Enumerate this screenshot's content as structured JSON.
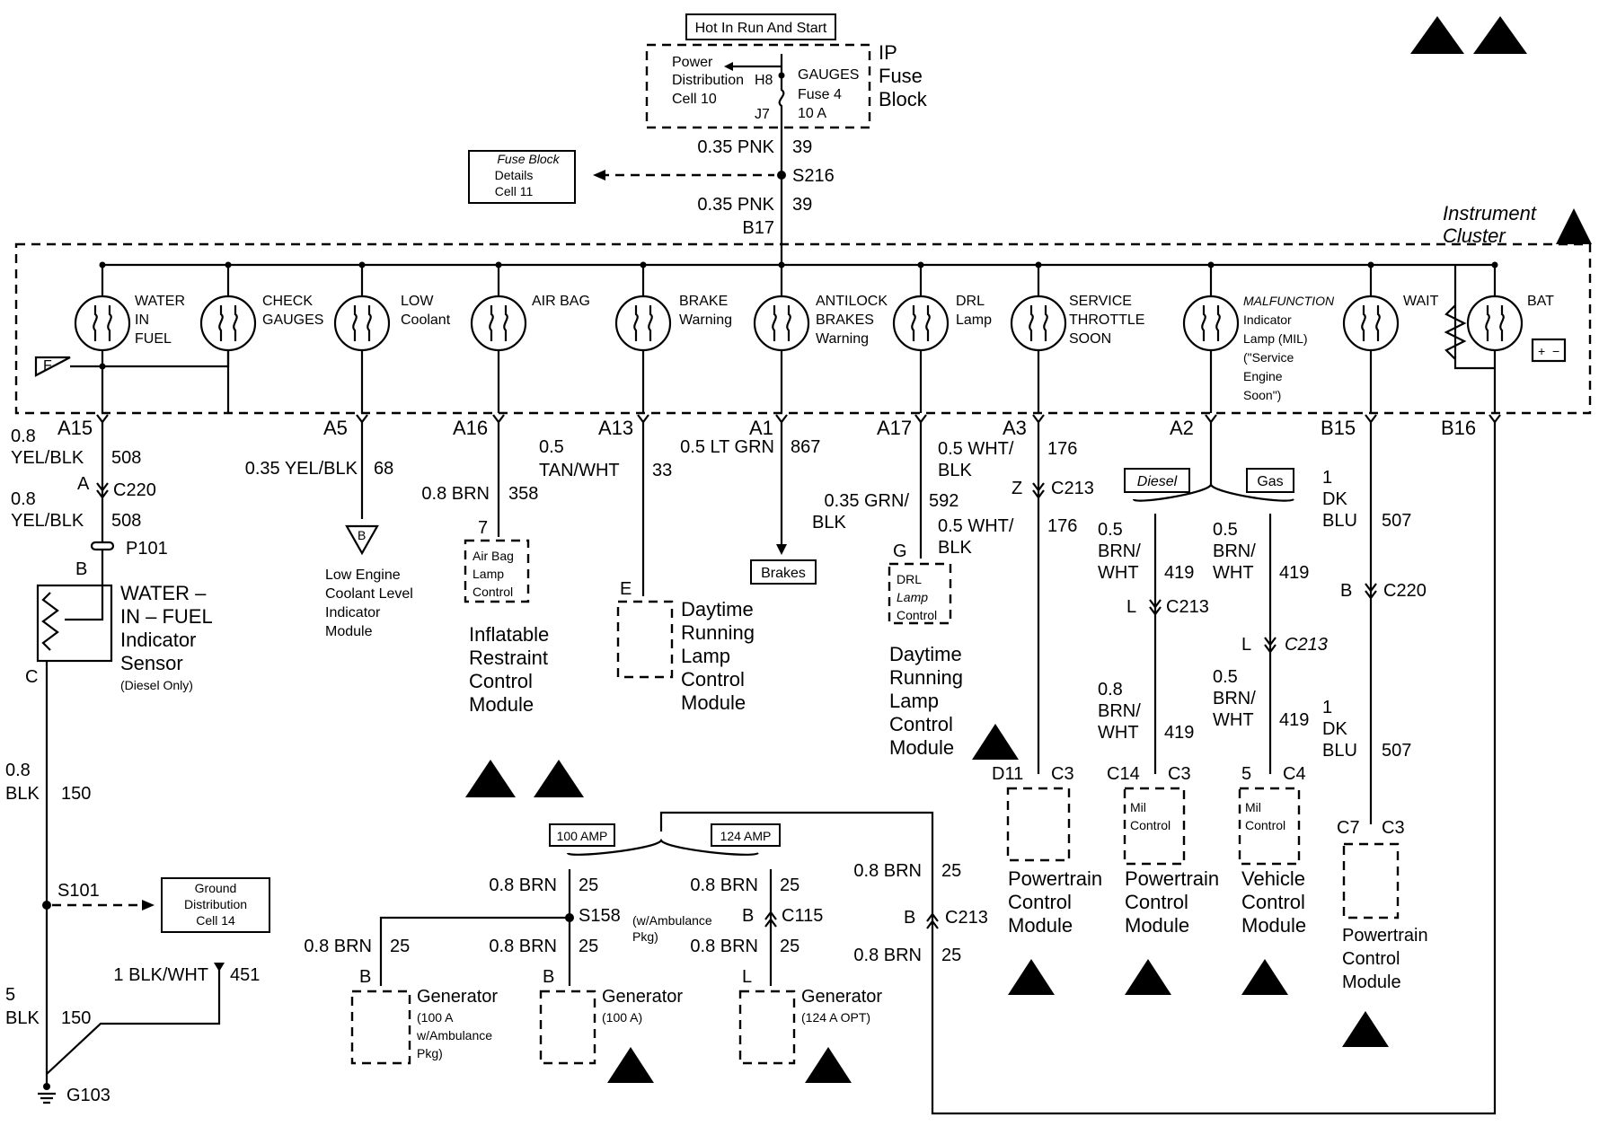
{
  "top": {
    "hot_label": "Hot In Run And Start",
    "pdc": [
      "Power",
      "Distribution",
      "Cell 10"
    ],
    "h8": "H8",
    "j7": "J7",
    "gauges_fuse": [
      "GAUGES",
      "Fuse 4",
      "10 A"
    ],
    "ip_fuse_block": [
      "IP",
      "Fuse",
      "Block"
    ],
    "fuse_details": [
      "Fuse Block",
      "Details",
      "Cell 11"
    ],
    "wire1": "0.35 PNK",
    "wire1_num": "39",
    "splice": "S216",
    "wire2": "0.35 PNK",
    "wire2_num": "39",
    "b17": "B17"
  },
  "cluster": {
    "title": [
      "Instrument",
      "Cluster"
    ],
    "f_tag": "F",
    "lamps": [
      {
        "label": [
          "WATER",
          "IN",
          "FUEL"
        ]
      },
      {
        "label": [
          "CHECK",
          "GAUGES"
        ]
      },
      {
        "label": [
          "LOW",
          "Coolant"
        ]
      },
      {
        "label": [
          "AIR BAG"
        ]
      },
      {
        "label": [
          "BRAKE",
          "Warning"
        ]
      },
      {
        "label": [
          "ANTILOCK",
          "BRAKES",
          "Warning"
        ]
      },
      {
        "label": [
          "DRL",
          "Lamp"
        ]
      },
      {
        "label": [
          "SERVICE",
          "THROTTLE",
          "SOON"
        ]
      },
      {
        "label": [
          "MALFUNCTION",
          "Indicator",
          "Lamp (MIL)",
          "(\"Service",
          "Engine",
          "Soon\")"
        ]
      },
      {
        "label": [
          "WAIT"
        ]
      },
      {
        "label": [
          "BAT"
        ]
      }
    ],
    "pins": [
      "A15",
      "A5",
      "A16",
      "A13",
      "A1",
      "A17",
      "A3",
      "A2",
      "B15",
      "B16"
    ]
  },
  "col_a15": {
    "w1": [
      "0.8",
      "YEL/BLK"
    ],
    "w1n": "508",
    "conn": "A",
    "c220": "C220",
    "w2": [
      "0.8",
      "YEL/BLK"
    ],
    "w2n": "508",
    "p101": "P101",
    "pin_b": "B",
    "pin_c": "C",
    "sensor": [
      "WATER –",
      "IN – FUEL",
      "Indicator",
      "Sensor"
    ],
    "sensor_note": "(Diesel Only)",
    "w3": [
      "0.8",
      "BLK"
    ],
    "w3n": "150",
    "s101": "S101",
    "gnd_dist": [
      "Ground",
      "Distribution",
      "Cell 14"
    ],
    "w4": "1 BLK/WHT",
    "w4n": "451",
    "w5": [
      "5",
      "BLK"
    ],
    "w5n": "150",
    "g103": "G103"
  },
  "col_a5": {
    "wire": "0.35 YEL/BLK",
    "num": "68",
    "tag": "B",
    "module": [
      "Low Engine",
      "Coolant Level",
      "Indicator",
      "Module"
    ]
  },
  "col_a16": {
    "wire": "0.8 BRN",
    "num": "358",
    "pin": "7",
    "inner": [
      "Air Bag",
      "Lamp",
      "Control"
    ],
    "module": [
      "Inflatable",
      "Restraint",
      "Control",
      "Module"
    ]
  },
  "col_a13": {
    "wire": [
      "0.5",
      "TAN/WHT"
    ],
    "num": "33",
    "pin": "E",
    "module": [
      "Daytime",
      "Running",
      "Lamp",
      "Control",
      "Module"
    ]
  },
  "col_a1": {
    "wire": "0.5 LT GRN",
    "num": "867",
    "dest": "Brakes"
  },
  "col_a17": {
    "wire": [
      "0.35 GRN/",
      "BLK"
    ],
    "num": "592",
    "pin": "G",
    "inner": [
      "DRL",
      "Lamp",
      "Control"
    ],
    "module": [
      "Daytime",
      "Running",
      "Lamp",
      "Control",
      "Module"
    ]
  },
  "col_a3": {
    "w1": [
      "0.5 WHT/",
      "BLK"
    ],
    "w1n": "176",
    "conn": "Z",
    "c213": "C213",
    "w2": [
      "0.5 WHT/",
      "BLK"
    ],
    "w2n": "176",
    "pin": "D11",
    "cconn": "C3",
    "module": [
      "Powertrain",
      "Control",
      "Module"
    ]
  },
  "col_a2": {
    "diesel": "Diesel",
    "gas": "Gas",
    "left": {
      "w1": [
        "0.5",
        "BRN/",
        "WHT"
      ],
      "n1": "419",
      "conn": "L",
      "c": "C213",
      "w2": [
        "0.8",
        "BRN/",
        "WHT"
      ],
      "n2": "419",
      "pin": "C14",
      "cconn": "C3",
      "inner": [
        "Mil",
        "Control"
      ],
      "module": [
        "Powertrain",
        "Control",
        "Module"
      ]
    },
    "right": {
      "w1": [
        "0.5",
        "BRN/",
        "WHT"
      ],
      "n1": "419",
      "conn": "L",
      "c": "C213",
      "w2": [
        "0.5",
        "BRN/",
        "WHT"
      ],
      "n2": "419",
      "pin": "5",
      "cconn": "C4",
      "inner": [
        "Mil",
        "Control"
      ],
      "module": [
        "Vehicle",
        "Control",
        "Module"
      ]
    }
  },
  "col_b15": {
    "w1": [
      "1",
      "DK",
      "BLU"
    ],
    "w1n": "507",
    "conn": "B",
    "c220": "C220",
    "w2": [
      "1",
      "DK",
      "BLU"
    ],
    "w2n": "507",
    "pin": "C7",
    "cconn": "C3",
    "module": [
      "Powertrain",
      "Control",
      "Module"
    ]
  },
  "generator": {
    "amp100": "100 AMP",
    "amp124": "124 AMP",
    "w_a": "0.8 BRN",
    "n_a": "25",
    "w_b": "0.8 BRN",
    "n_b": "25",
    "s158": "S158",
    "s158_note": [
      "(w/Ambulance",
      "Pkg)"
    ],
    "w_c": "0.8 BRN",
    "n_c": "25",
    "w_d": "0.8 BRN",
    "n_d": "25",
    "c115_pin": "B",
    "c115": "C115",
    "w_e": "0.8 BRN",
    "n_e": "25",
    "w_f": "0.8 BRN",
    "n_f": "25",
    "c213_pin": "B",
    "c213": "C213",
    "w_g": "0.8 BRN",
    "n_g": "25",
    "gen1": {
      "pin": "B",
      "title": "Generator",
      "note": [
        "(100 A",
        "w/Ambulance",
        "Pkg)"
      ]
    },
    "gen2": {
      "pin": "B",
      "title": "Generator",
      "note": [
        "(100 A)"
      ]
    },
    "gen3": {
      "pin": "L",
      "title": "Generator",
      "note": [
        "(124 A OPT)"
      ]
    }
  }
}
